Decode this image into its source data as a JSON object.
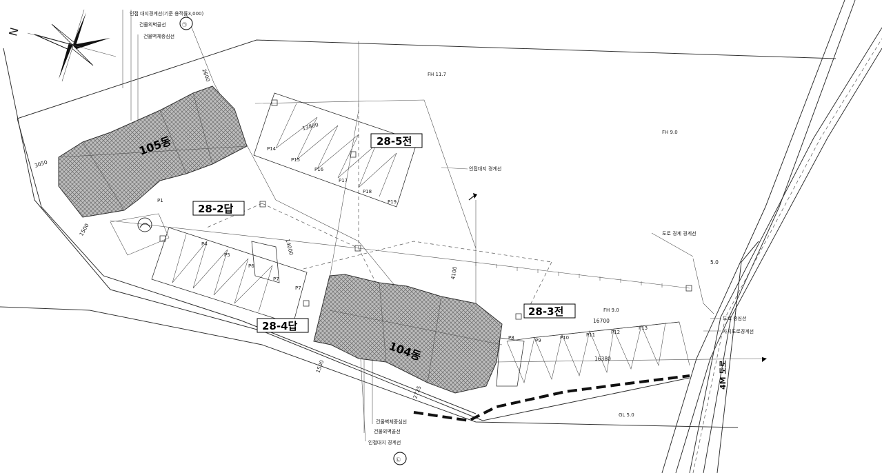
{
  "labels": {
    "north": "N",
    "top_boundary_label": "인접 대지경계선(기준 용적률3,000)",
    "top_outer_wall": "건물외벽골선",
    "top_center_wall": "건물벽체중심선",
    "adj_boundary_mid": "인접대지 경계선",
    "road_boundary": "도로 경계 경계선",
    "road_center": "도로 중심선",
    "own_road_boundary": "자치도로경계선",
    "bottom_center_wall": "건물벽체중심선",
    "bottom_outer_wall": "건물외벽골선",
    "bottom_boundary": "인접대지 경계선",
    "fh_top": "FH 11.7",
    "fh_right": "FH 9.0",
    "fh_mid": "FH 9.0",
    "gl": "GL 5.0",
    "road_name": "4M 도로"
  },
  "buildings": {
    "b105": "105동",
    "b104": "104동"
  },
  "lots": {
    "l285": "28-5전",
    "l282": "28-2답",
    "l284": "28-4답",
    "l283": "28-3전"
  },
  "dimensions": {
    "d1": "3050",
    "d2": "2600",
    "d3": "13800",
    "d4": "1500",
    "d5": "14000",
    "d6": "4100",
    "d7": "16700",
    "d8": "16380",
    "d9": "1500",
    "d10": "2725",
    "d11": "5.0"
  },
  "parking": {
    "p14": "P14",
    "p15": "P15",
    "p16": "P16",
    "p17": "P17",
    "p18": "P18",
    "p19": "P19",
    "p1": "P1",
    "p4": "P4",
    "p5": "P5",
    "p6": "P6",
    "p7": "P7",
    "p8": "P8",
    "p9": "P9",
    "p10": "P10",
    "p11": "P11",
    "p12": "P12",
    "p13": "P13"
  },
  "markers": {
    "m_top": "㉠",
    "m_bottom": "㉡"
  }
}
